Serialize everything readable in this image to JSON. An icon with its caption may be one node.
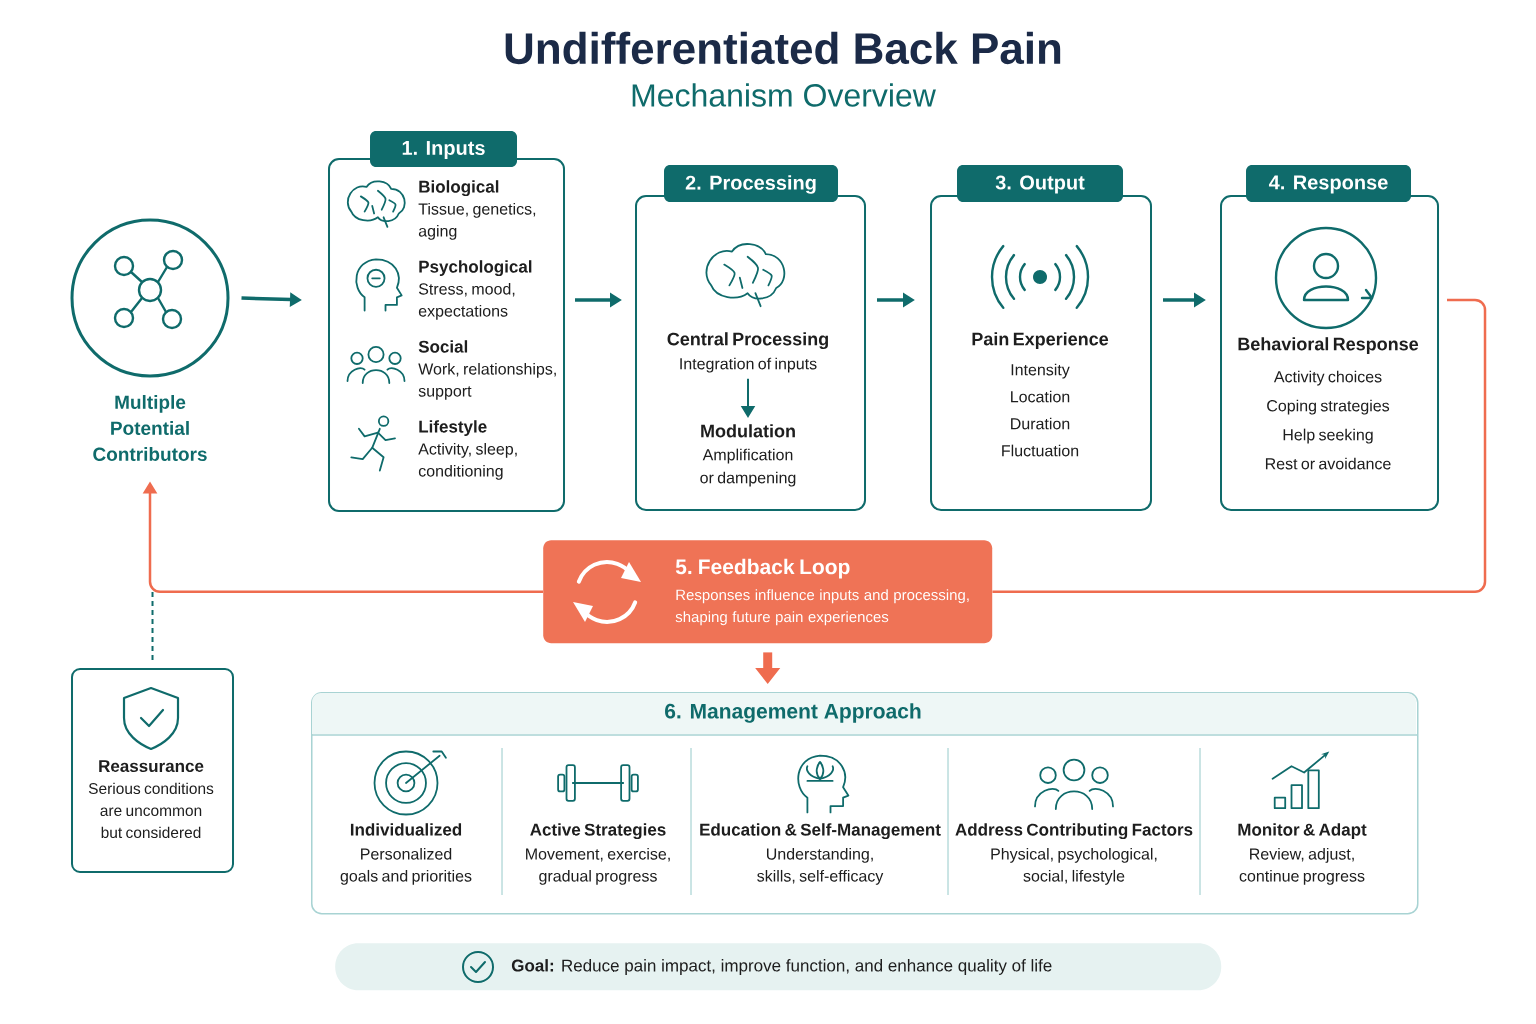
{
  "diagram": {
    "title": "Undifferentiated Back Pain",
    "labels": [
      "Mechanism Overview"
    ],
    "nodes": [
      {
        "text": [
          "Multiple Potential Contributors"
        ]
      },
      {
        "text": [
          "1. Inputs"
        ]
      },
      {
        "text": [
          "Biological",
          "Tissue, genetics, aging"
        ],
        "in": 1
      },
      {
        "text": [
          "Psychological",
          "Stress, mood, expectations"
        ],
        "in": 1
      },
      {
        "text": [
          "Social",
          "Work, relationships, support"
        ],
        "in": 1
      },
      {
        "text": [
          "Lifestyle",
          "Activity, sleep, conditioning"
        ],
        "in": 1
      },
      {
        "text": [
          "2. Processing"
        ]
      },
      {
        "text": [
          "Central Processing",
          "Integration of inputs"
        ],
        "in": 6
      },
      {
        "text": [
          "Modulation",
          "Amplification or dampening"
        ],
        "in": 6
      },
      {
        "text": [
          "3. Output",
          "Pain Experience",
          "Intensity",
          "Location",
          "Duration",
          "Fluctuation"
        ]
      },
      {
        "text": [
          "4. Response",
          "Behavioral Response",
          "Activity choices",
          "Coping strategies",
          "Help seeking",
          "Rest or avoidance"
        ]
      },
      {
        "text": [
          "5. Feedback Loop",
          "Responses influence inputs and processing, shaping future pain experiences"
        ]
      },
      {
        "text": [
          "Reassurance",
          "Serious conditions are uncommon but considered"
        ]
      },
      {
        "text": [
          "6. Management Approach"
        ]
      },
      {
        "text": [
          "Individualized",
          "Personalized goals and priorities"
        ],
        "in": 13
      },
      {
        "text": [
          "Active Strategies",
          "Movement, exercise, gradual progress"
        ],
        "in": 13
      },
      {
        "text": [
          "Education & Self-Management",
          "Understanding, skills, self-efficacy"
        ],
        "in": 13
      },
      {
        "text": [
          "Address Contributing Factors",
          "Physical, psychological, social, lifestyle"
        ],
        "in": 13
      },
      {
        "text": [
          "Monitor & Adapt",
          "Review, adjust, continue progress"
        ],
        "in": 13
      },
      {
        "text": [
          "**Goal:** Reduce pain impact, improve function, and enhance quality of life"
        ]
      }
    ],
    "edges": [
      {
        "from": 0,
        "to": 1,
        "arrow": "to"
      },
      {
        "from": 1,
        "to": 6,
        "arrow": "to"
      },
      {
        "from": 6,
        "to": 9,
        "arrow": "to"
      },
      {
        "from": 9,
        "to": 10,
        "arrow": "to"
      },
      {
        "from": 7,
        "to": 8,
        "arrow": "to"
      },
      {
        "from": 10,
        "to": 11,
        "arrow": "none",
        "color": "#ef6c4f"
      },
      {
        "from": 11,
        "to": 0,
        "arrow": "to",
        "color": "#ef6c4f"
      },
      {
        "from": 11,
        "to": 13,
        "arrow": "to",
        "style": "thick",
        "color": "#ef6c4f"
      },
      {
        "from": 12,
        "to": null,
        "arrow": "none",
        "style": "dashed"
      }
    ]
  }
}
